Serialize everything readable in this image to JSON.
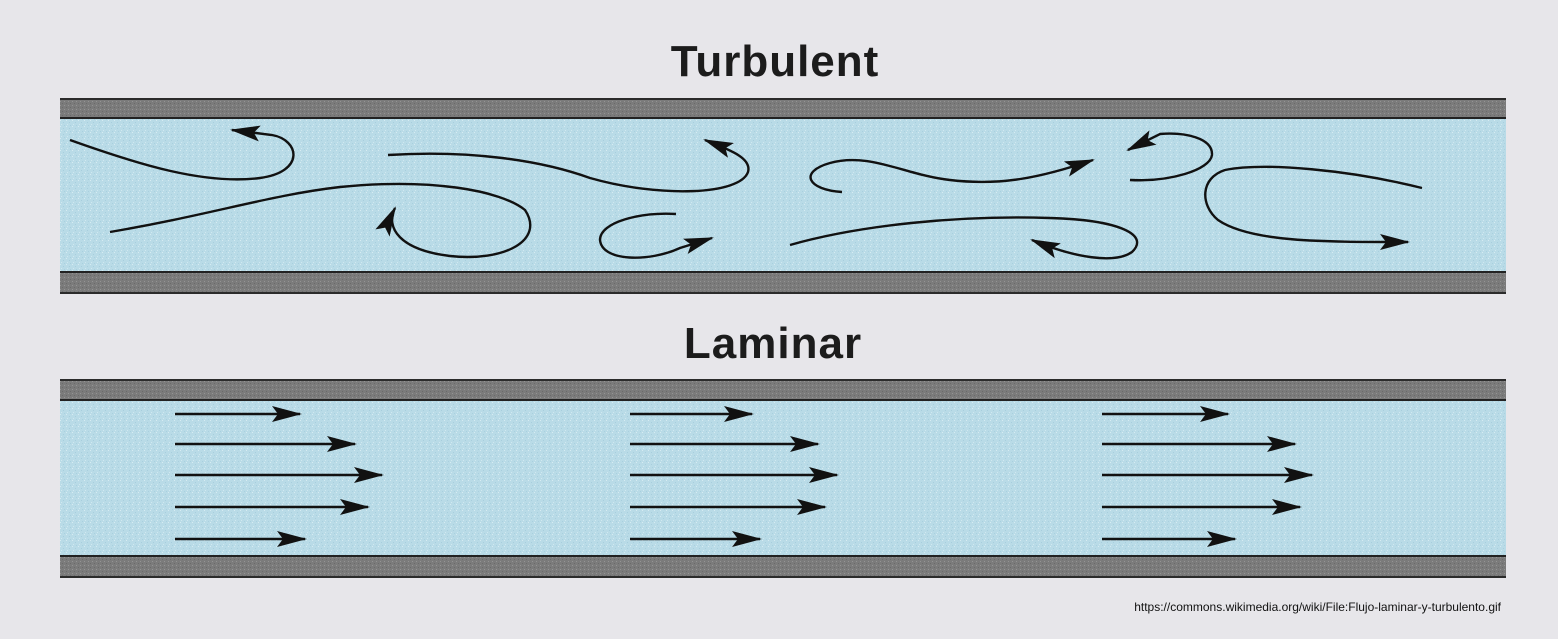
{
  "turbulent": {
    "label": "Turbulent"
  },
  "laminar": {
    "label": "Laminar"
  },
  "source_url": "https://commons.wikimedia.org/wiki/File:Flujo-laminar-y-turbulento.gif",
  "colors": {
    "background": "#e7e6ea",
    "fluid": "#b9dbe7",
    "pipe_wall": "#7b7b7b",
    "arrow": "#111111"
  },
  "icons": {
    "flow_arrow": "arrow-right-icon",
    "eddy_arrow": "curved-arrow-icon"
  }
}
